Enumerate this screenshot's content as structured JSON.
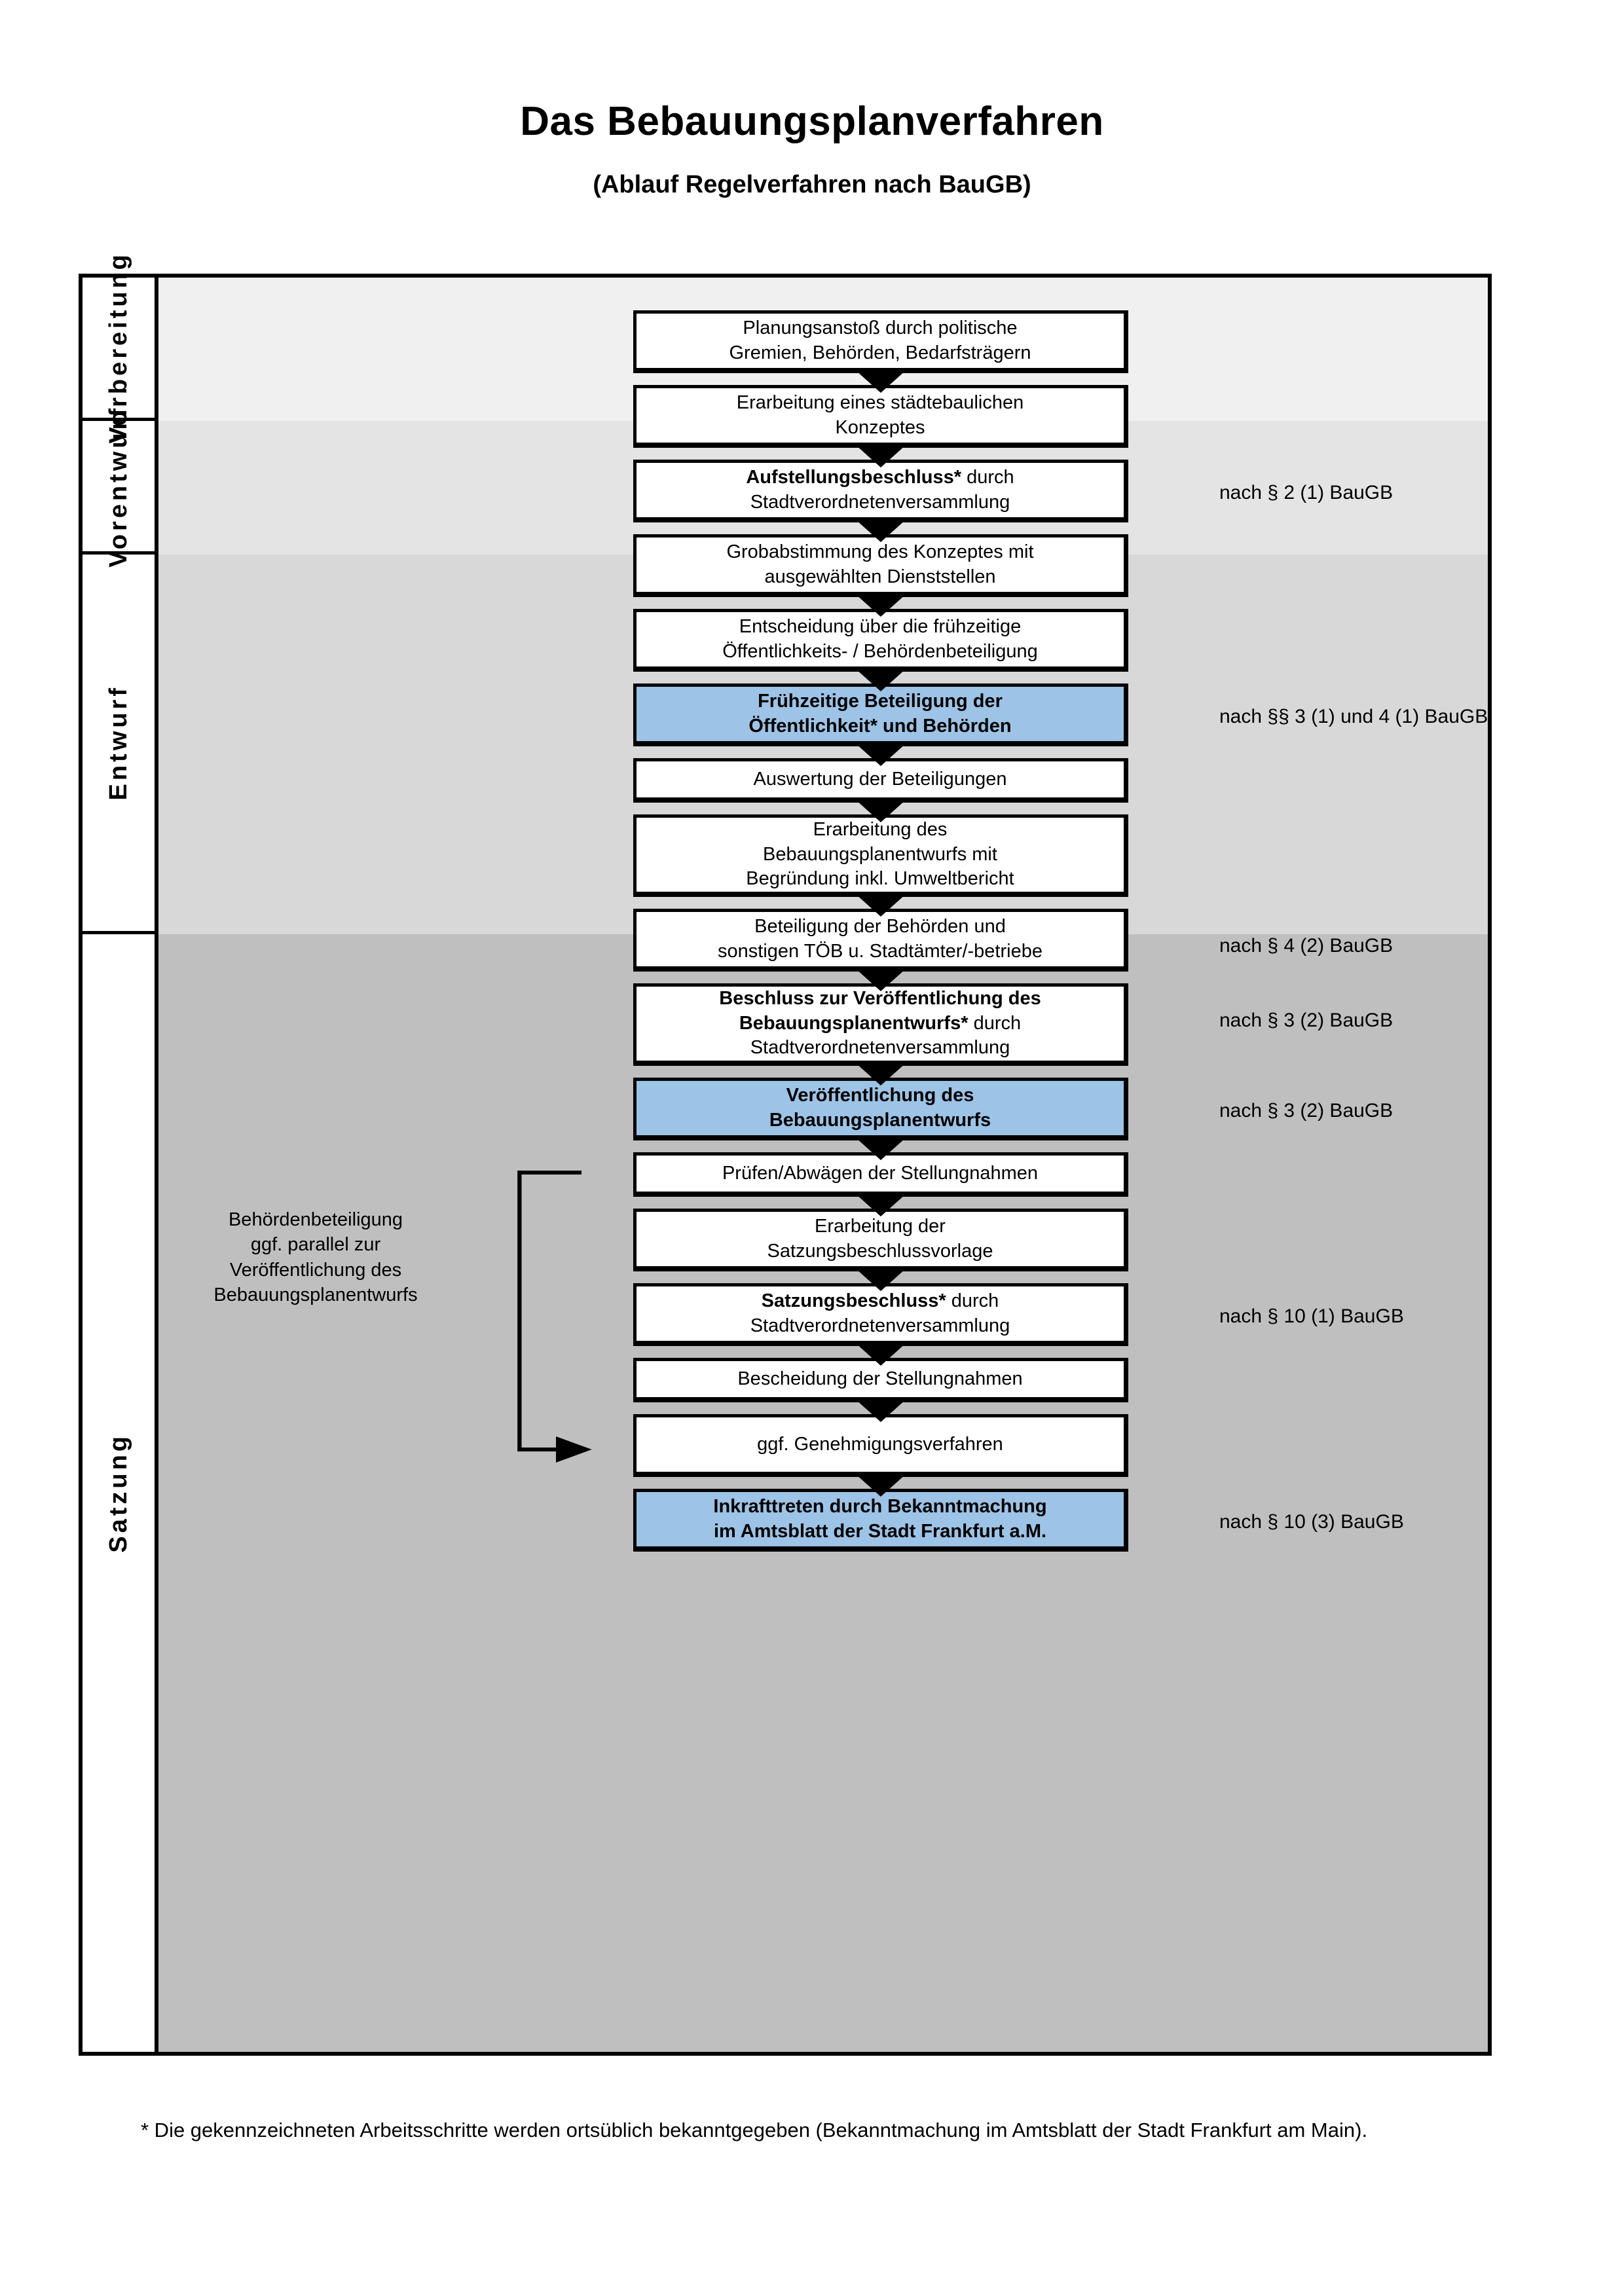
{
  "document": {
    "title": "Das Bebauungsplanverfahren",
    "subtitle": "(Ablauf Regelverfahren nach BauGB)",
    "footnote": "* Die gekennzeichneten Arbeitsschritte werden ortsüblich bekanntgegeben (Bekanntmachung im Amtsblatt  der Stadt Frankfurt am Main)."
  },
  "colors": {
    "highlight_blue": "#9DC3E6",
    "band_vorbereitung": "#F0F0F0",
    "band_vorentwurf": "#E4E4E4",
    "band_entwurf": "#D8D8D8",
    "band_satzung": "#BFBFBF",
    "border": "#000000"
  },
  "phases": [
    {
      "label": "Vorbereitung"
    },
    {
      "label": "Vorentwurf"
    },
    {
      "label": "Entwurf"
    },
    {
      "label": "Satzung"
    }
  ],
  "steps": [
    {
      "id": "planungsanstoss",
      "phase": "Vorbereitung",
      "highlighted": false,
      "lines": [
        {
          "text": "Planungsanstoß durch politische",
          "bold": false
        },
        {
          "text": "Gremien, Behörden, Bedarfsträgern",
          "bold": false
        }
      ]
    },
    {
      "id": "staedtebauliches-konzept",
      "phase": "Vorbereitung",
      "highlighted": false,
      "lines": [
        {
          "text": "Erarbeitung eines städtebaulichen",
          "bold": false
        },
        {
          "text": "Konzeptes",
          "bold": false
        }
      ]
    },
    {
      "id": "aufstellungsbeschluss",
      "phase": "Vorbereitung",
      "highlighted": false,
      "lines": [
        {
          "text": "Aufstellungsbeschluss*",
          "bold": true,
          "suffix": " durch"
        },
        {
          "text": "Stadtverordnetenversammlung",
          "bold": false
        }
      ]
    },
    {
      "id": "grobabstimmung",
      "phase": "Vorentwurf",
      "highlighted": false,
      "lines": [
        {
          "text": "Grobabstimmung des Konzeptes mit",
          "bold": false
        },
        {
          "text": "ausgewählten Dienststellen",
          "bold": false
        }
      ]
    },
    {
      "id": "entscheidung-fruehzeitige-beteiligung",
      "phase": "Vorentwurf",
      "highlighted": false,
      "lines": [
        {
          "text": "Entscheidung über die frühzeitige",
          "bold": false
        },
        {
          "text": "Öffentlichkeits- / Behördenbeteiligung",
          "bold": false
        }
      ]
    },
    {
      "id": "fruehzeitige-beteiligung",
      "phase": "Vorentwurf",
      "highlighted": true,
      "lines": [
        {
          "text": "Frühzeitige Beteiligung der",
          "bold": true
        },
        {
          "text": "Öffentlichkeit* und Behörden",
          "bold": true
        }
      ]
    },
    {
      "id": "auswertung-beteiligungen",
      "phase": "Entwurf",
      "highlighted": false,
      "lines": [
        {
          "text": "Auswertung der Beteiligungen",
          "bold": false
        }
      ]
    },
    {
      "id": "erarbeitung-bebauungsplanentwurf",
      "phase": "Entwurf",
      "highlighted": false,
      "lines": [
        {
          "text": "Erarbeitung des",
          "bold": false
        },
        {
          "text": "Bebauungsplanentwurfs mit",
          "bold": false
        },
        {
          "text": "Begründung inkl. Umweltbericht",
          "bold": false
        }
      ]
    },
    {
      "id": "beteiligung-behoerden-toeb",
      "phase": "Entwurf",
      "highlighted": false,
      "lines": [
        {
          "text": "Beteiligung der Behörden und",
          "bold": false
        },
        {
          "text": "sonstigen TÖB u. Stadtämter/-betriebe",
          "bold": false
        }
      ]
    },
    {
      "id": "beschluss-veroeffentlichung",
      "phase": "Entwurf",
      "highlighted": false,
      "lines": [
        {
          "text": "Beschluss zur Veröffentlichung des",
          "bold": true
        },
        {
          "text": "Bebauungsplanentwurfs*",
          "bold": true,
          "suffix": " durch"
        },
        {
          "text": "Stadtverordnetenversammlung",
          "bold": false
        }
      ]
    },
    {
      "id": "veroeffentlichung-entwurf",
      "phase": "Entwurf",
      "highlighted": true,
      "lines": [
        {
          "text": "Veröffentlichung des",
          "bold": true
        },
        {
          "text": "Bebauungsplanentwurfs",
          "bold": true
        }
      ]
    },
    {
      "id": "pruefen-abwaegen",
      "phase": "Satzung",
      "highlighted": false,
      "lines": [
        {
          "text": "Prüfen/Abwägen der Stellungnahmen",
          "bold": false
        }
      ]
    },
    {
      "id": "erarbeitung-satzungsbeschlussvorlage",
      "phase": "Satzung",
      "highlighted": false,
      "lines": [
        {
          "text": "Erarbeitung der",
          "bold": false
        },
        {
          "text": "Satzungsbeschlussvorlage",
          "bold": false
        }
      ]
    },
    {
      "id": "satzungsbeschluss",
      "phase": "Satzung",
      "highlighted": false,
      "lines": [
        {
          "text": "Satzungsbeschluss*",
          "bold": true,
          "suffix": " durch"
        },
        {
          "text": "Stadtverordnetenversammlung",
          "bold": false
        }
      ]
    },
    {
      "id": "bescheidung-stellungnahmen",
      "phase": "Satzung",
      "highlighted": false,
      "lines": [
        {
          "text": "Bescheidung der Stellungnahmen",
          "bold": false
        }
      ]
    },
    {
      "id": "genehmigungsverfahren",
      "phase": "Satzung",
      "highlighted": false,
      "lines": [
        {
          "text": "ggf. Genehmigungsverfahren",
          "bold": false
        }
      ]
    },
    {
      "id": "inkrafttreten",
      "phase": "Satzung",
      "highlighted": true,
      "lines": [
        {
          "text": "Inkrafttreten",
          "bold": true,
          "suffix": " durch Bekanntmachung"
        },
        {
          "text": "im Amtsblatt der Stadt Frankfurt a.M.",
          "bold": false
        }
      ]
    }
  ],
  "legal_references": [
    {
      "id": "ref-aufstellungsbeschluss",
      "text": "nach § 2 (1) BauGB"
    },
    {
      "id": "ref-fruehzeitige-beteiligung",
      "text": "nach §§ 3 (1) und 4 (1) BauGB"
    },
    {
      "id": "ref-behoerdenbeteiligung",
      "text": "nach § 4 (2) BauGB"
    },
    {
      "id": "ref-beschluss-veroeffentlichung",
      "text": "nach § 3 (2) BauGB"
    },
    {
      "id": "ref-veroeffentlichung",
      "text": "nach § 3 (2) BauGB"
    },
    {
      "id": "ref-satzungsbeschluss",
      "text": "nach § 10 (1) BauGB"
    },
    {
      "id": "ref-inkrafttreten",
      "text": "nach § 10 (3) BauGB"
    }
  ],
  "side_note": {
    "lines": [
      "Behördenbeteiligung",
      "ggf. parallel zur",
      "Veröffentlichung des",
      "Bebauungsplanentwurfs"
    ]
  }
}
